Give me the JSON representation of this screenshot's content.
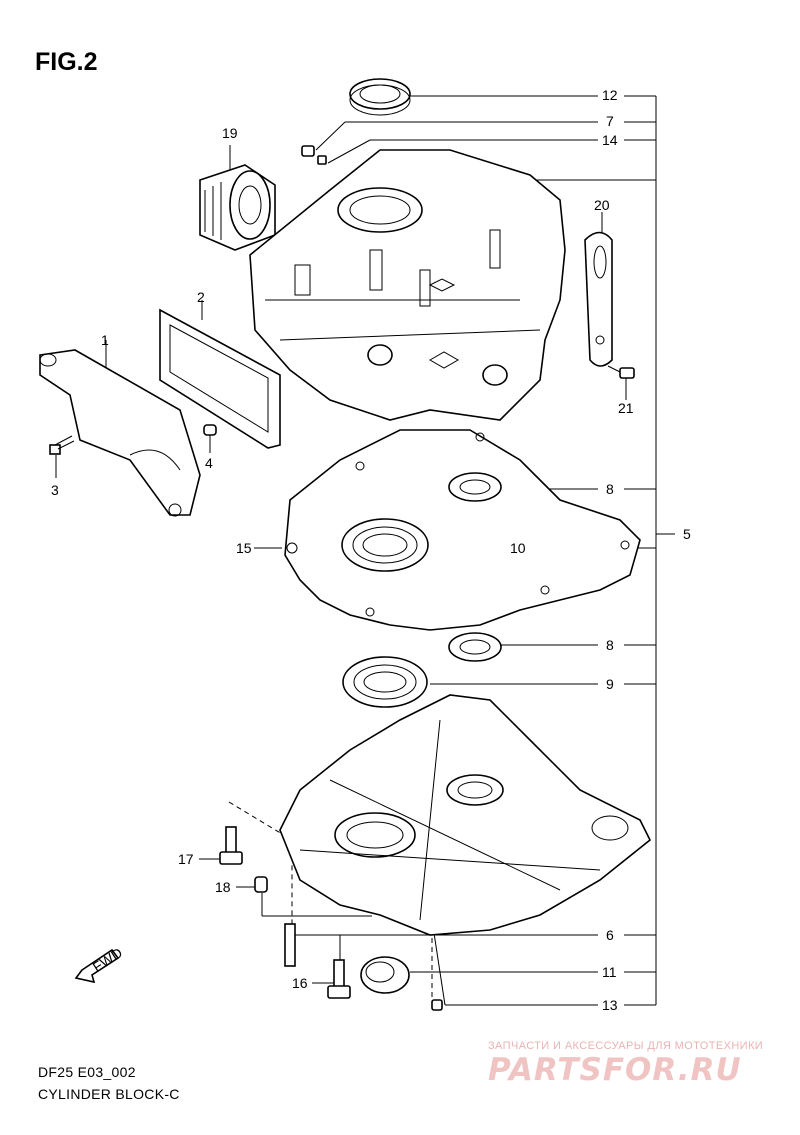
{
  "figure": {
    "title": "FIG.2",
    "code": "DF25 E03_002",
    "name": "CYLINDER BLOCK-C"
  },
  "watermark": {
    "tagline": "ЗАПЧАСТИ И АКСЕССУАРЫ ДЛЯ МОТОТЕХНИКИ",
    "logo": "PARTSFOR.RU",
    "color": "#e8a9a9"
  },
  "fwd_label": "FWD",
  "callouts": {
    "c1": "1",
    "c2": "2",
    "c3": "3",
    "c4": "4",
    "c5": "5",
    "c6": "6",
    "c7": "7",
    "c8a": "8",
    "c8b": "8",
    "c9": "9",
    "c10": "10",
    "c11": "11",
    "c12": "12",
    "c13": "13",
    "c14": "14",
    "c15": "15",
    "c16": "16",
    "c17": "17",
    "c18": "18",
    "c19": "19",
    "c20": "20",
    "c21": "21"
  }
}
